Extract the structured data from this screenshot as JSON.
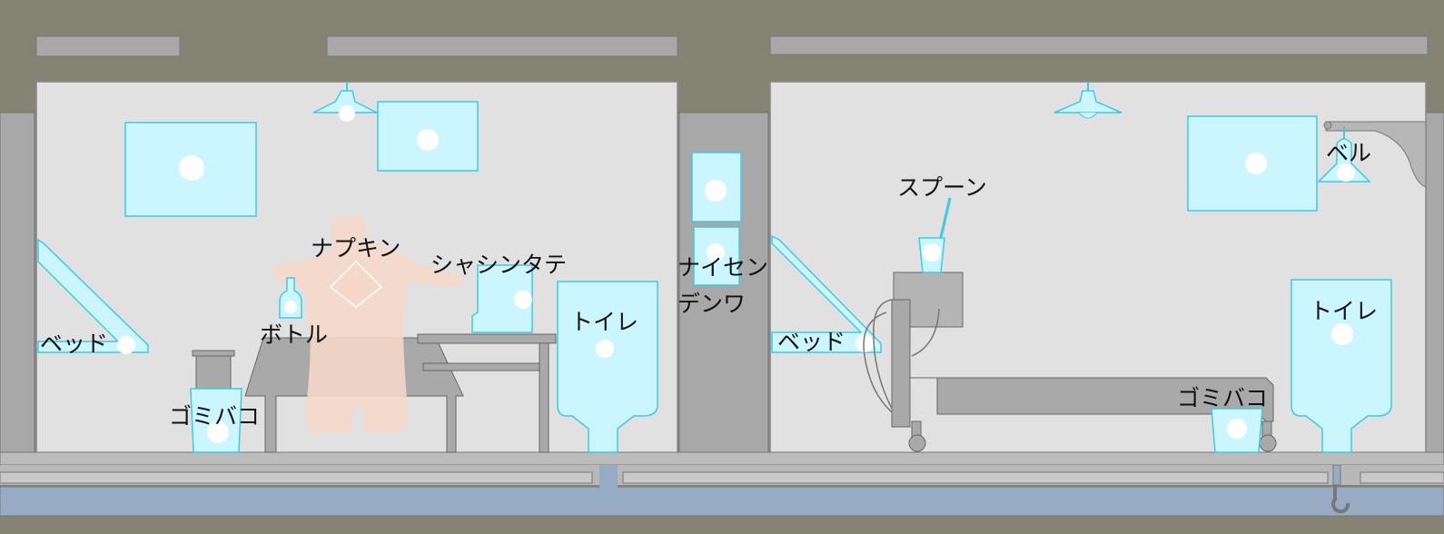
{
  "colors": {
    "frame": "#858374",
    "wall": "#e1e1e1",
    "pillar": "#a8a8a8",
    "floor_pipe": "#97abc5",
    "highlight_fill": "#cbf6ff",
    "highlight_stroke": "#3fc8e8",
    "furniture": "#a9a9a9",
    "person": "#f5d8c8"
  },
  "left_room": {
    "labels": {
      "napkin": "ナプキン",
      "photo_stand": "シャシンタテ",
      "bottle": "ボトル",
      "bed": "ベッド",
      "toilet": "トイレ",
      "trash": "ゴミバコ"
    }
  },
  "corridor": {
    "labels": {
      "intercom": "ナイセン",
      "phone": "デンワ"
    }
  },
  "right_room": {
    "labels": {
      "spoon": "スプーン",
      "bell": "ベル",
      "bed": "ベッド",
      "toilet": "トイレ",
      "trash": "ゴミバコ"
    }
  }
}
